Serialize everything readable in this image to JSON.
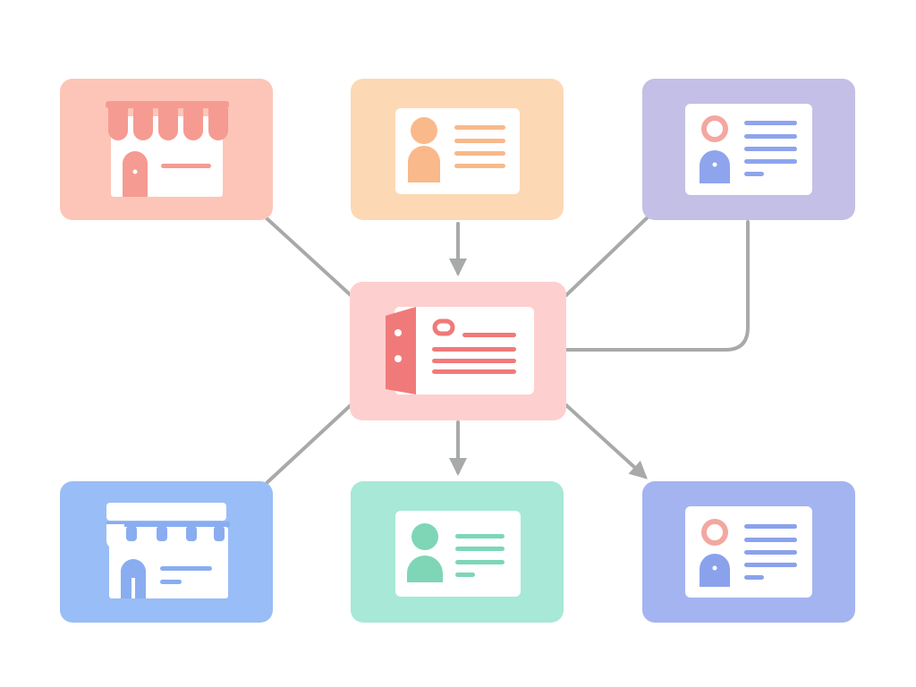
{
  "colors": {
    "background": "#ffffff",
    "connector": "#a8aaa9",
    "card": "#ffffff",
    "store_top_bg": "#fdc5b7",
    "store_top_accent": "#f59b92",
    "profile_top_bg": "#fdd8b4",
    "profile_top_accent": "#f9b98a",
    "id_top_bg": "#c4bfe6",
    "id_top_ring": "#f4a7a1",
    "id_top_accent": "#8ea4ec",
    "hub_bg": "#fdd0cf",
    "hub_accent": "#f07a7a",
    "store_bot_bg": "#99bdf6",
    "store_bot_accent": "#89adf0",
    "profile_bot_bg": "#a7e8d6",
    "profile_bot_accent": "#7ed6b7",
    "id_bot_bg": "#a4b4f0",
    "id_bot_ring": "#f4a7a1",
    "id_bot_accent": "#8aa2ec"
  },
  "nodes": [
    {
      "id": "store-top",
      "icon": "storefront-icon"
    },
    {
      "id": "profile-top",
      "icon": "profile-card-icon"
    },
    {
      "id": "id-top",
      "icon": "id-card-icon"
    },
    {
      "id": "hub",
      "icon": "ticket-card-icon"
    },
    {
      "id": "store-bottom",
      "icon": "storefront-icon"
    },
    {
      "id": "profile-bottom",
      "icon": "profile-card-icon"
    },
    {
      "id": "id-bottom",
      "icon": "id-card-icon"
    }
  ],
  "edges": [
    {
      "from": "store-top",
      "to": "hub",
      "arrow": false
    },
    {
      "from": "profile-top",
      "to": "hub",
      "arrow": true
    },
    {
      "from": "id-top",
      "to": "hub",
      "arrow": false
    },
    {
      "from": "id-top",
      "to": "hub",
      "arrow": false,
      "route": "elbow"
    },
    {
      "from": "hub",
      "to": "store-bottom",
      "arrow": false
    },
    {
      "from": "hub",
      "to": "profile-bottom",
      "arrow": true
    },
    {
      "from": "hub",
      "to": "id-bottom",
      "arrow": true
    }
  ]
}
